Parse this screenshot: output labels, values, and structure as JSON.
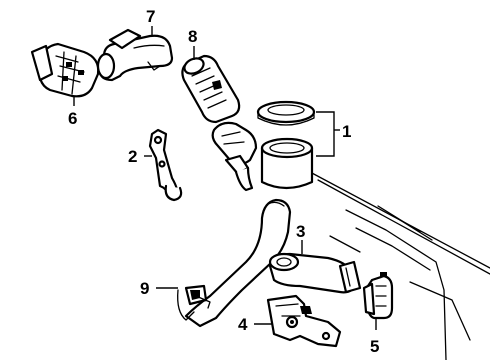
{
  "callouts": [
    {
      "number": "1"
    },
    {
      "number": "2"
    },
    {
      "number": "3"
    },
    {
      "number": "4"
    },
    {
      "number": "5"
    },
    {
      "number": "6"
    },
    {
      "number": "7"
    },
    {
      "number": "8"
    },
    {
      "number": "9"
    }
  ]
}
